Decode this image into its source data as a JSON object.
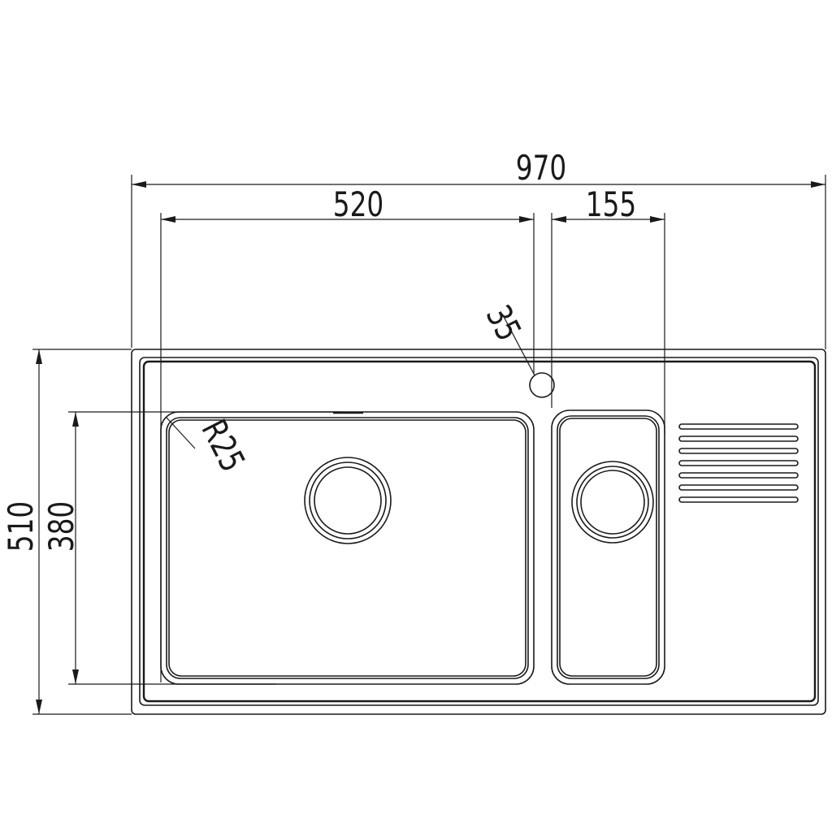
{
  "drawing": {
    "subject": "",
    "dimensions": {
      "overall_width": "970",
      "main_bowl_width": "520",
      "small_bowl_width": "155",
      "tap_hole_diameter": "35",
      "corner_radius": "R25",
      "overall_depth": "510",
      "bowl_depth": "380"
    },
    "colors": {
      "line": "#1a1a1a",
      "background": "#ffffff"
    }
  }
}
